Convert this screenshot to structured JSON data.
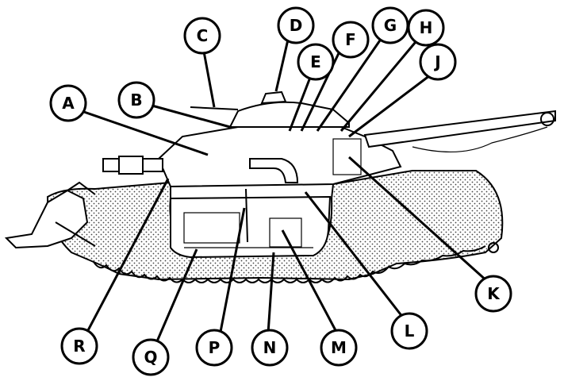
{
  "diagram": {
    "callouts": [
      {
        "id": "A",
        "label": "A"
      },
      {
        "id": "B",
        "label": "B"
      },
      {
        "id": "C",
        "label": "C"
      },
      {
        "id": "D",
        "label": "D"
      },
      {
        "id": "E",
        "label": "E"
      },
      {
        "id": "F",
        "label": "F"
      },
      {
        "id": "G",
        "label": "G"
      },
      {
        "id": "H",
        "label": "H"
      },
      {
        "id": "J",
        "label": "J"
      },
      {
        "id": "K",
        "label": "K"
      },
      {
        "id": "L",
        "label": "L"
      },
      {
        "id": "M",
        "label": "M"
      },
      {
        "id": "N",
        "label": "N"
      },
      {
        "id": "P",
        "label": "P"
      },
      {
        "id": "Q",
        "label": "Q"
      },
      {
        "id": "R",
        "label": "R"
      }
    ]
  }
}
